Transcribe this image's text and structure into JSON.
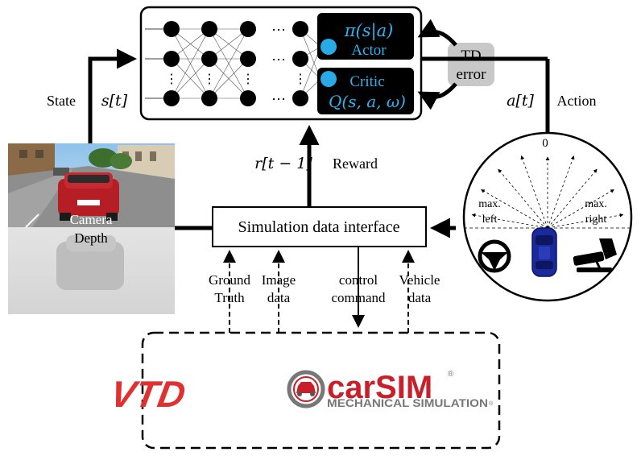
{
  "network": {
    "actor_formula": "π(s|a)",
    "actor_label": "Actor",
    "critic_label": "Critic",
    "critic_formula": "Q(s, a, ω)",
    "ellipsis": "⋯",
    "vertical_ellipsis": "⋮"
  },
  "td_error": {
    "line1": "TD",
    "line2": "error"
  },
  "labels": {
    "state": "State",
    "state_symbol": "s[t]",
    "action_symbol": "a[t]",
    "action": "Action",
    "reward_symbol": "r[t − 1]",
    "reward": "Reward",
    "camera": "Camera",
    "depth": "Depth",
    "interface": "Simulation data interface",
    "ground_truth_1": "Ground",
    "ground_truth_2": "Truth",
    "image_data_1": "Image",
    "image_data_2": "data",
    "control_command_1": "control",
    "control_command_2": "command",
    "vehicle_data_1": "Vehicle",
    "vehicle_data_2": "data"
  },
  "action_dial": {
    "zero_label": "0",
    "max_left_1": "max.",
    "max_left_2": "left",
    "max_right_1": "max.",
    "max_right_2": "right"
  },
  "logos": {
    "vtd": "VTD",
    "carsim_main": "carSIM",
    "carsim_registered": "®",
    "carsim_sub": "MECHANICAL SIMULATION",
    "carsim_sub_mark": "®"
  },
  "colors": {
    "node_blue": "#29a9e6",
    "formula_blue": "#2fb3f0",
    "vtd_red": "#e03030",
    "carsim_red": "#c8202a",
    "carsim_gray": "#777777",
    "td_box": "#c8c8c8",
    "car_blue": "#1a2a9c"
  },
  "icons": [
    "steering-wheel-icon",
    "car-top-view-icon",
    "pedal-icon",
    "carsim-car-logo-icon"
  ]
}
